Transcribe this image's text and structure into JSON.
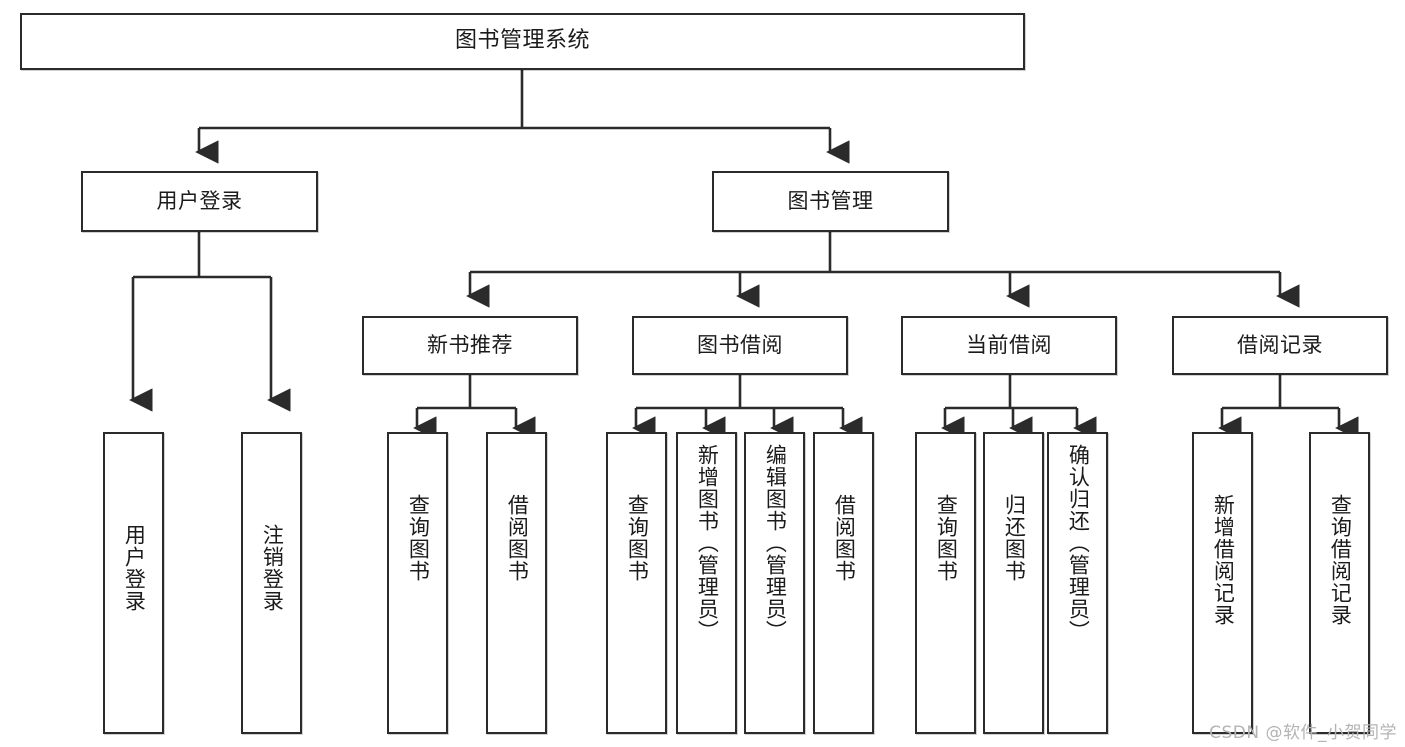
{
  "diagram": {
    "title": "图书管理系统",
    "type": "tree-hierarchy-diagram",
    "colors": {
      "box_border": "#2b2b2b",
      "box_fill": "#ffffff",
      "connector": "#2b2b2b",
      "text": "#1b1b1b",
      "watermark": "#b4b4b4",
      "background": "#ffffff"
    },
    "root": {
      "label": "图书管理系统"
    },
    "level2": [
      {
        "label": "用户登录"
      },
      {
        "label": "图书管理"
      }
    ],
    "level3": [
      {
        "label": "新书推荐"
      },
      {
        "label": "图书借阅"
      },
      {
        "label": "当前借阅"
      },
      {
        "label": "借阅记录"
      }
    ],
    "leaves": {
      "user_login": [
        {
          "label": "用户登录"
        },
        {
          "label": "注销登录"
        }
      ],
      "new_book_recommend": [
        {
          "label": "查询图书"
        },
        {
          "label": "借阅图书"
        }
      ],
      "book_borrow": [
        {
          "label": "查询图书"
        },
        {
          "label": "新增图书（管理员）"
        },
        {
          "label": "编辑图书（管理员）"
        },
        {
          "label": "借阅图书"
        }
      ],
      "current_borrow": [
        {
          "label": "查询图书"
        },
        {
          "label": "归还图书"
        },
        {
          "label": "确认归还（管理员）"
        }
      ],
      "borrow_record": [
        {
          "label": "新增借阅记录"
        },
        {
          "label": "查询借阅记录"
        }
      ]
    },
    "watermark": "CSDN @软件_小贺同学"
  }
}
